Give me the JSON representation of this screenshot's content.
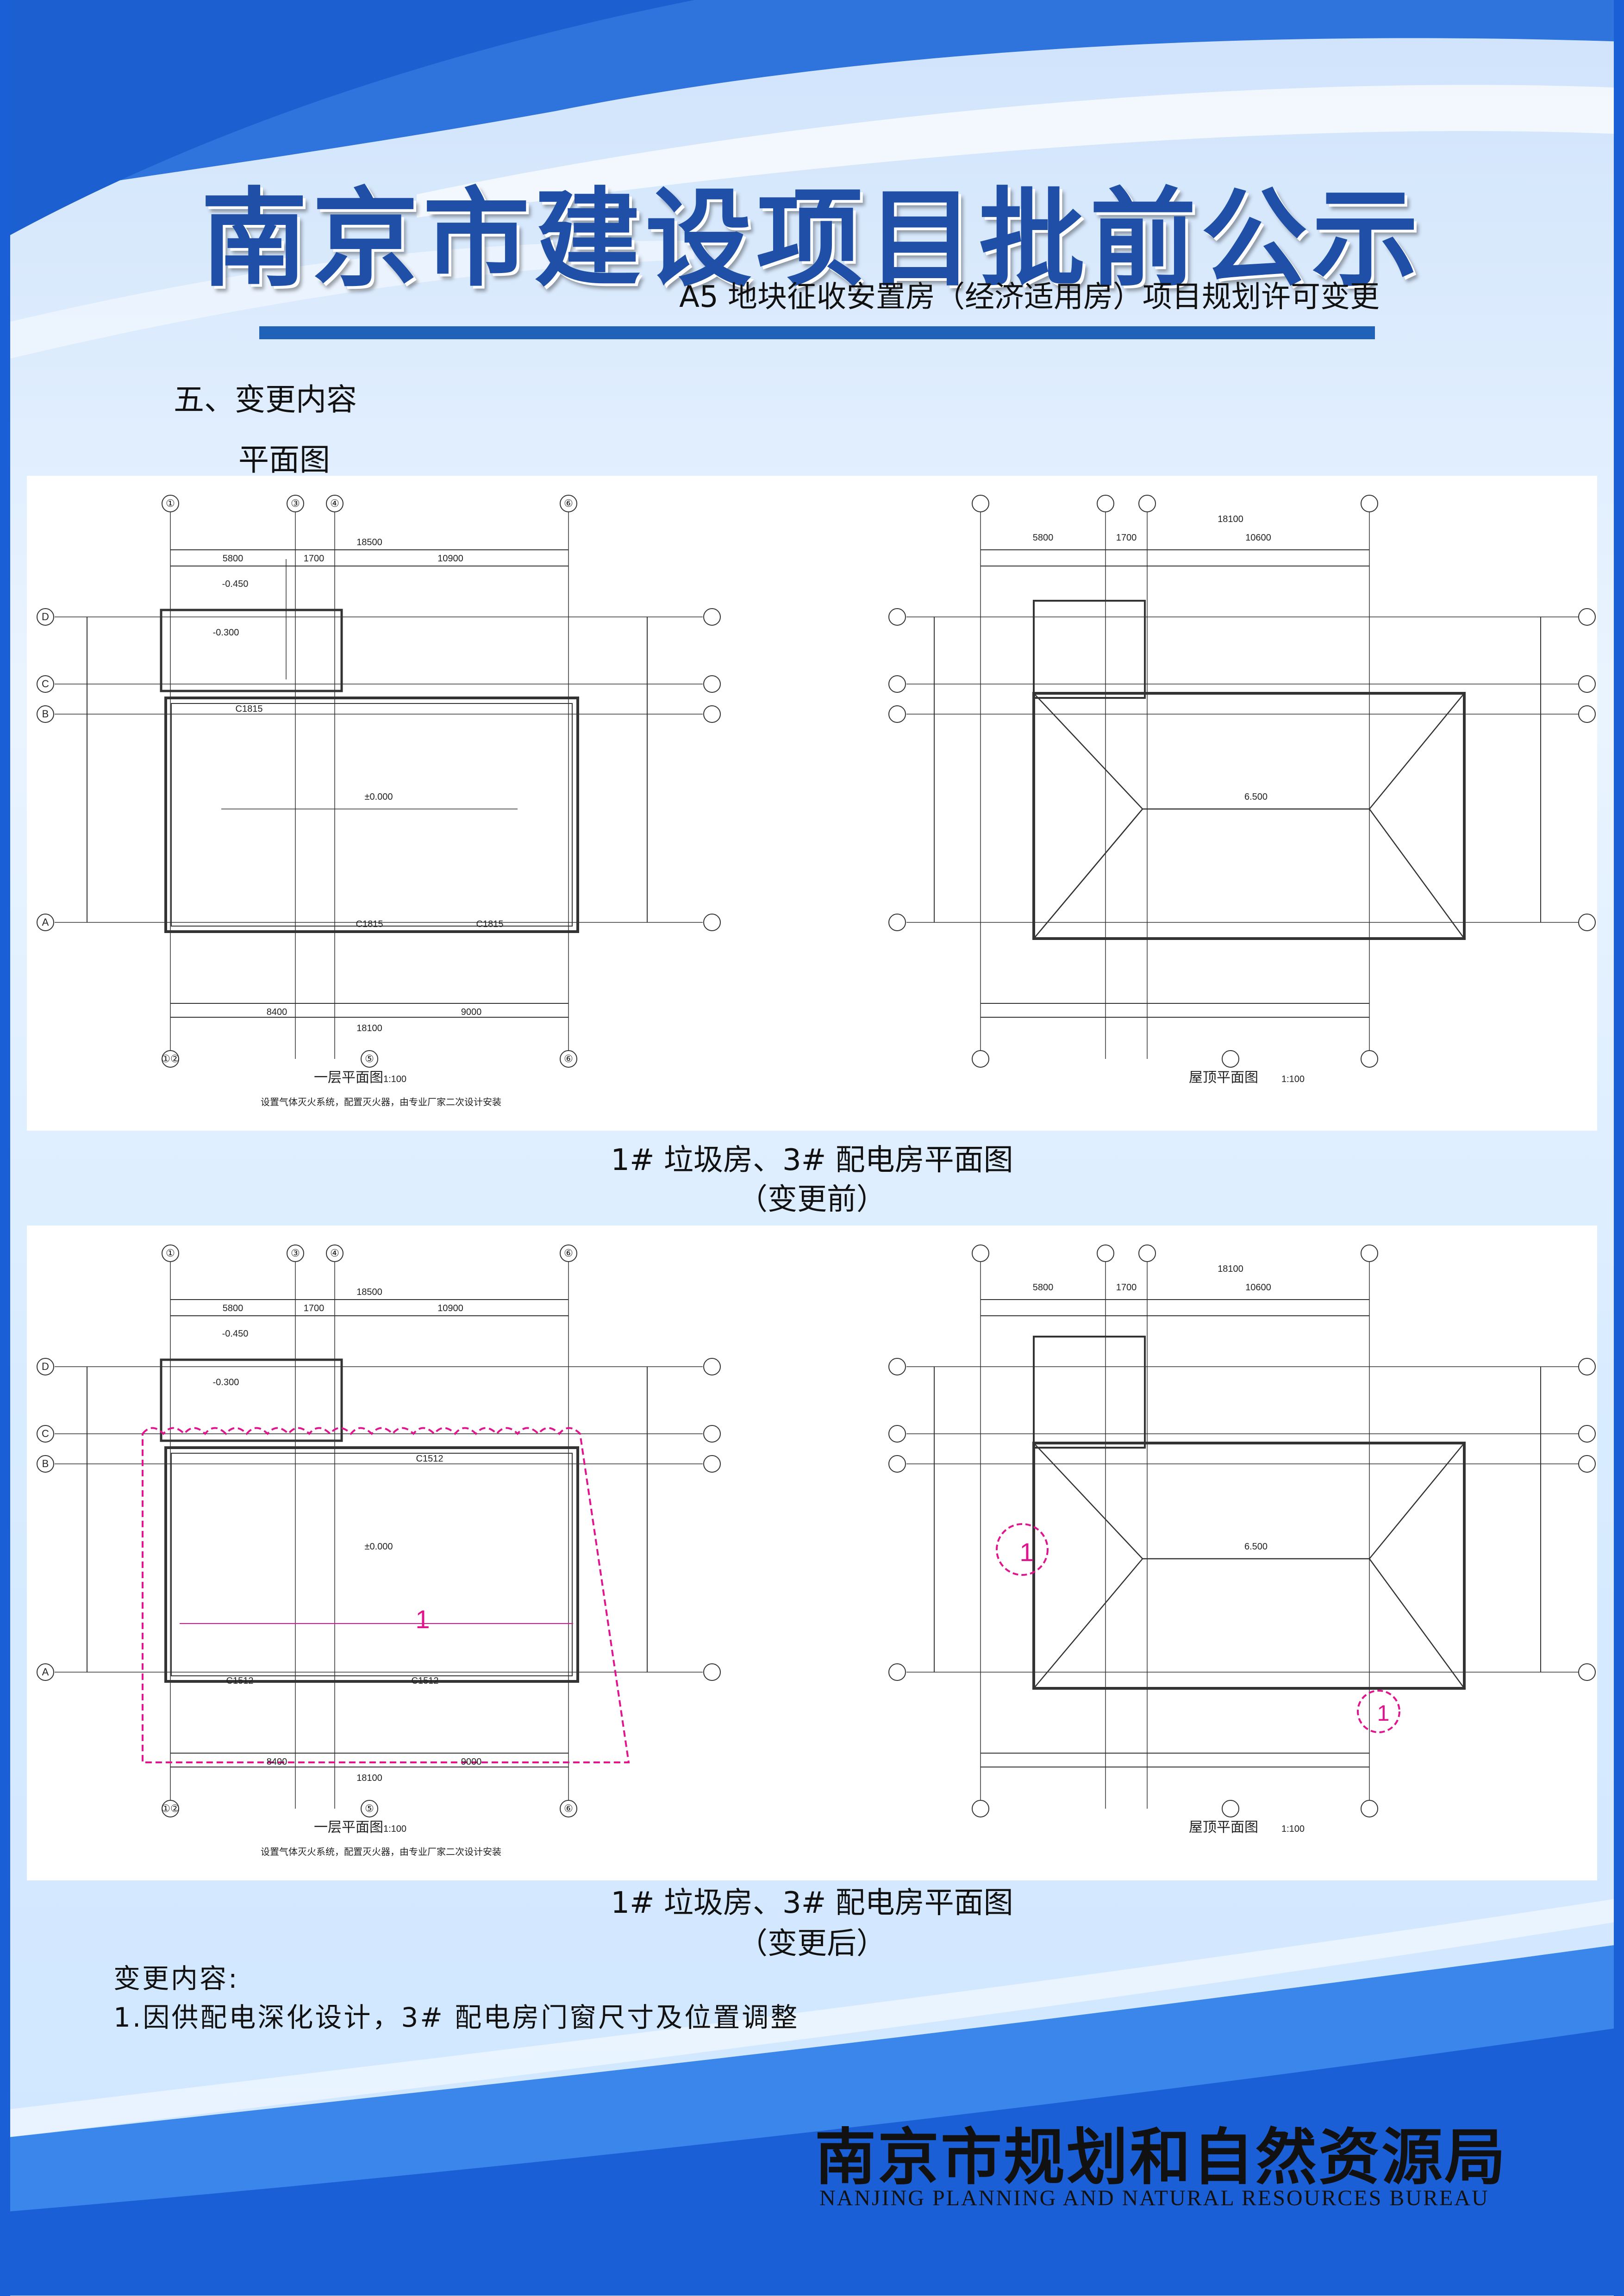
{
  "header": {
    "title": "南京市建设项目批前公示",
    "subtitle": "A5 地块征收安置房（经济适用房）项目规划许可变更"
  },
  "section": {
    "heading": "五、变更内容",
    "subheading": "平面图"
  },
  "before": {
    "caption_line1": "1# 垃圾房、3# 配电房平面图",
    "caption_line2": "（变更前）",
    "floor_plan_title": "一层平面图",
    "roof_plan_title": "屋顶平面图",
    "scale": "1:100",
    "note": "设置气体灭火系统，配置灭火器，由专业厂家二次设计安装",
    "dims_top": [
      "18500",
      "5800",
      "1700",
      "10900"
    ],
    "dims_roof": [
      "18100",
      "5800",
      "1700",
      "10600"
    ],
    "dims_bottom": [
      "8400",
      "9000",
      "18100"
    ],
    "axis_columns": [
      "①",
      "③",
      "④",
      "⑥"
    ],
    "axis_bottom": [
      "①②",
      "⑤",
      "⑥"
    ],
    "axis_rows": [
      "D",
      "C",
      "B",
      "A"
    ],
    "window_labels": [
      "C1815",
      "C1815",
      "C1815"
    ],
    "level_labels": [
      "-0.450",
      "-0.300",
      "±0.000",
      "6.500"
    ]
  },
  "after": {
    "caption_line1": "1# 垃圾房、3# 配电房平面图",
    "caption_line2": "（变更后）",
    "floor_plan_title": "一层平面图",
    "roof_plan_title": "屋顶平面图",
    "scale": "1:100",
    "note": "设置气体灭火系统，配置灭火器，由专业厂家二次设计安装",
    "dims_top": [
      "18500",
      "5800",
      "1700",
      "10900"
    ],
    "dims_roof": [
      "18100",
      "5800",
      "1700",
      "10600"
    ],
    "dims_bottom": [
      "8400",
      "9000",
      "18100"
    ],
    "axis_columns": [
      "①",
      "③",
      "④",
      "⑥"
    ],
    "axis_bottom": [
      "①②",
      "⑤",
      "⑥"
    ],
    "axis_rows": [
      "D",
      "C",
      "B",
      "A"
    ],
    "window_labels": [
      "C1512",
      "C1512",
      "C1512"
    ],
    "cloud_mark": "1",
    "level_labels": [
      "-0.450",
      "-0.300",
      "±0.000",
      "6.500"
    ]
  },
  "changes": {
    "heading": "变更内容:",
    "item1": "1.因供配电深化设计，3# 配电房门窗尺寸及位置调整"
  },
  "footer": {
    "name_cn": "南京市规划和自然资源局",
    "name_en": "NANJING PLANNING AND NATURAL RESOURCES BUREAU"
  },
  "colors": {
    "accent_blue": "#1f62b8",
    "title_blue": "#1f4fa6",
    "revision_magenta": "#e0148c"
  }
}
